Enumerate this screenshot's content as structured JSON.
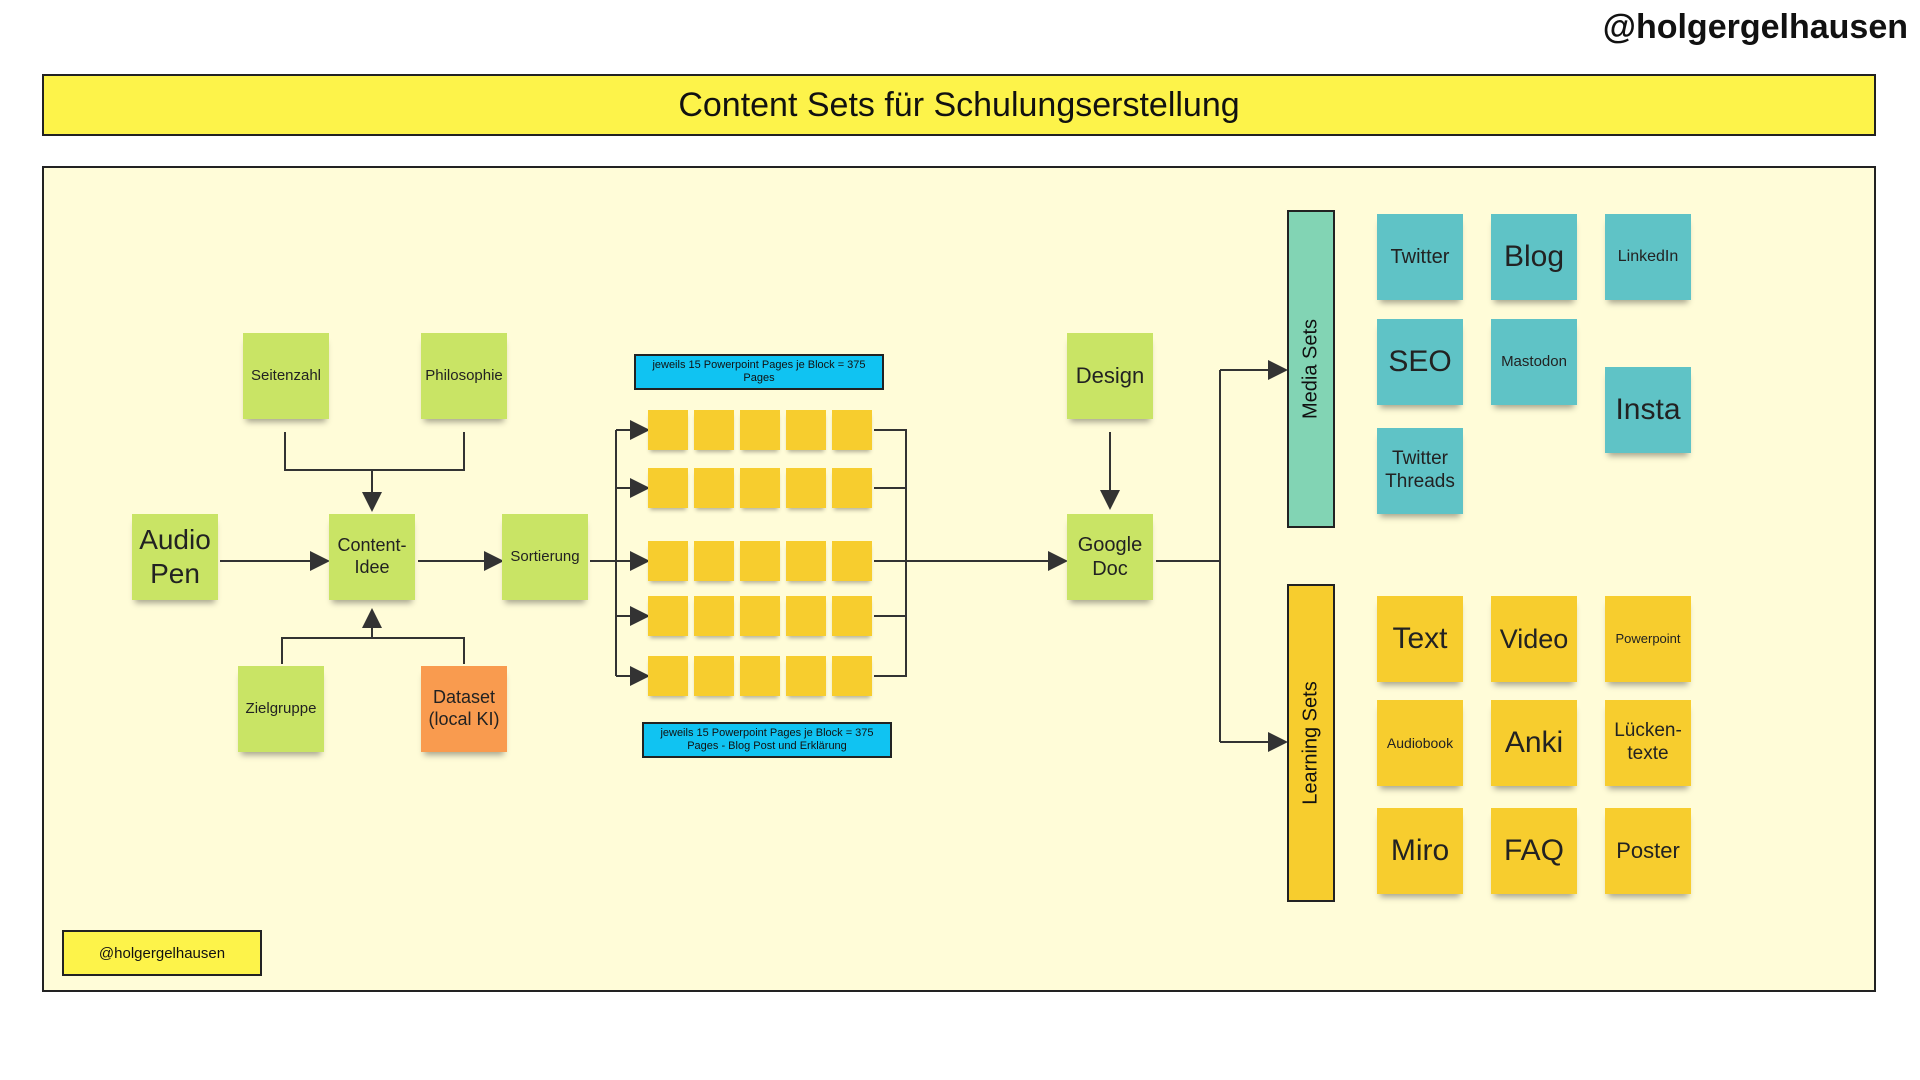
{
  "handle": "@holgergelhausen",
  "title": "Content Sets für Schulungserstellung",
  "watermark": "@holgergelhausen",
  "inputs": {
    "seitenzahl": "Seitenzahl",
    "philosophie": "Philosophie",
    "zielgruppe": "Zielgruppe",
    "dataset": "Dataset (local KI)"
  },
  "audio_pen": "Audio Pen",
  "content_idee": "Content-Idee",
  "sortierung": "Sortierung",
  "note_top": "jeweils 15 Powerpoint Pages je Block = 375 Pages",
  "note_bottom": "jeweils 15 Powerpoint Pages je Block = 375 Pages - Blog Post und Erklärung",
  "design": "Design",
  "google_doc": "Google Doc",
  "media_sets_label": "Media Sets",
  "learning_sets_label": "Learning Sets",
  "media_sets": [
    "Twitter",
    "Blog",
    "LinkedIn",
    "SEO",
    "Mastodon",
    "Insta",
    "Twitter Threads"
  ],
  "learning_sets": [
    "Text",
    "Video",
    "Powerpoint",
    "Audiobook",
    "Anki",
    "Lücken-texte",
    "Miro",
    "FAQ",
    "Poster"
  ],
  "colors": {
    "title_bar": "#fdf34a",
    "board": "#fffcd8",
    "lime": "#c9e465",
    "teal": "#5fc3c6",
    "yellow": "#f7cd2e",
    "orange": "#f99b4f",
    "blue_note": "#10c3f2",
    "media_label": "#82d4b4",
    "learning_label": "#f7cd2e"
  }
}
